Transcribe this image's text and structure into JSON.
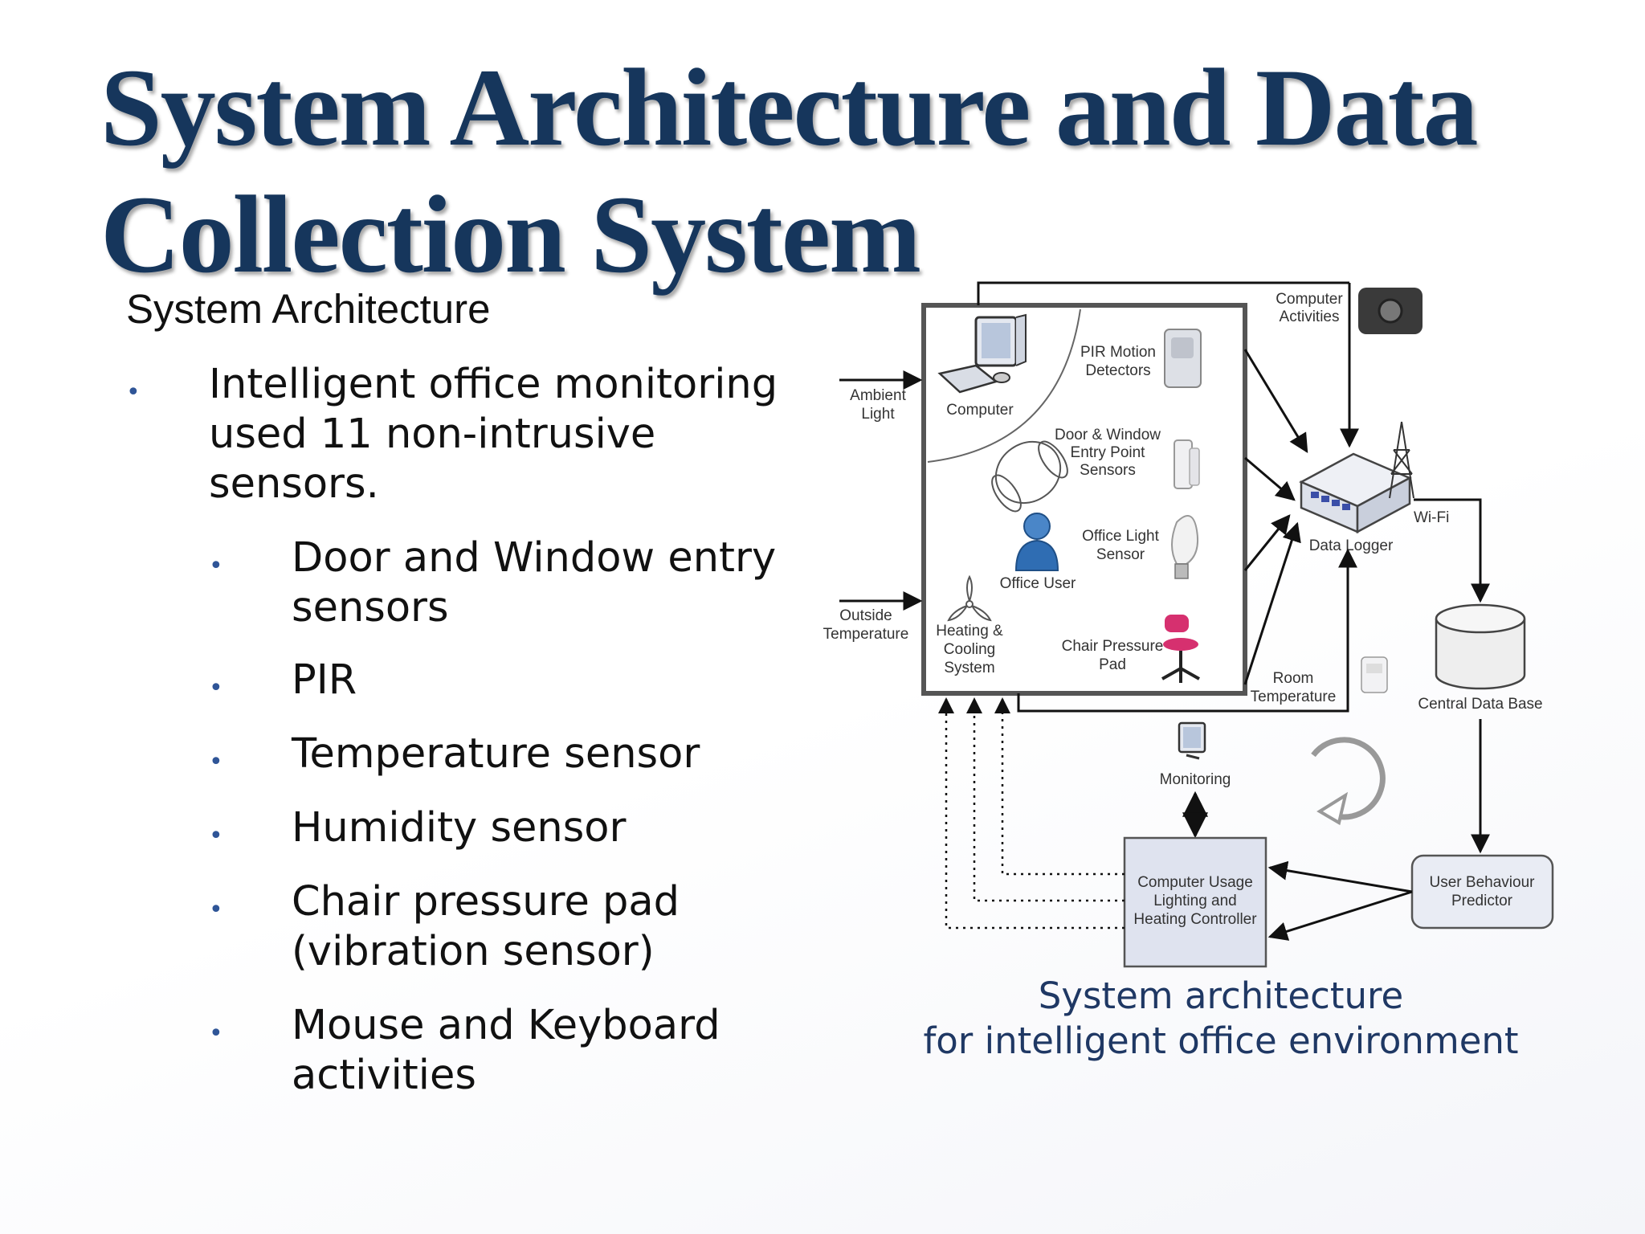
{
  "slide": {
    "title": "System Architecture and Data Collection System",
    "subtitle": "System Architecture",
    "bullets": [
      "Intelligent office monitoring used 11 non-intrusive sensors.",
      "Door and Window entry sensors",
      "PIR",
      "Temperature sensor",
      "Humidity sensor",
      "Chair pressure pad (vibration sensor)",
      "Mouse and Keyboard activities"
    ],
    "bullet_symbol": "•",
    "caption_line1": "System architecture",
    "caption_line2": "for intelligent office environment"
  },
  "diagram": {
    "computer_activities_1": "Computer",
    "computer_activities_2": "Activities",
    "ambient_light_1": "Ambient",
    "ambient_light_2": "Light",
    "computer": "Computer",
    "pir_1": "PIR Motion",
    "pir_2": "Detectors",
    "door_1": "Door & Window",
    "door_2": "Entry Point",
    "door_3": "Sensors",
    "office_light_1": "Office Light",
    "office_light_2": "Sensor",
    "office_user": "Office User",
    "outside_temp_1": "Outside",
    "outside_temp_2": "Temperature",
    "heating_1": "Heating &",
    "heating_2": "Cooling",
    "heating_3": "System",
    "chair_1": "Chair Pressure",
    "chair_2": "Pad",
    "wifi": "Wi-Fi",
    "data_logger": "Data Logger",
    "room_temp_1": "Room",
    "room_temp_2": "Temperature",
    "central_db": "Central Data Base",
    "monitoring": "Monitoring",
    "controller_1": "Computer Usage",
    "controller_2": "Lighting and",
    "controller_3": "Heating Controller",
    "predictor_1": "User Behaviour",
    "predictor_2": "Predictor"
  },
  "colors": {
    "title": "#16365c",
    "caption": "#1f3864",
    "bullet_dot": "#2f5597",
    "controller_fill": "#dfe3ef",
    "predictor_fill": "#e9ecf4",
    "chair_color": "#d6306f",
    "user_icon": "#2f6db3"
  },
  "icons": [
    "computer-icon",
    "pir-sensor-icon",
    "door-sensor-icon",
    "light-bulb-icon",
    "office-user-icon",
    "fan-icon",
    "office-chair-icon",
    "data-logger-icon",
    "wifi-tower-icon",
    "database-icon",
    "monitor-icon",
    "cycle-arrow-icon",
    "current-sensor-icon",
    "thermometer-icon"
  ]
}
